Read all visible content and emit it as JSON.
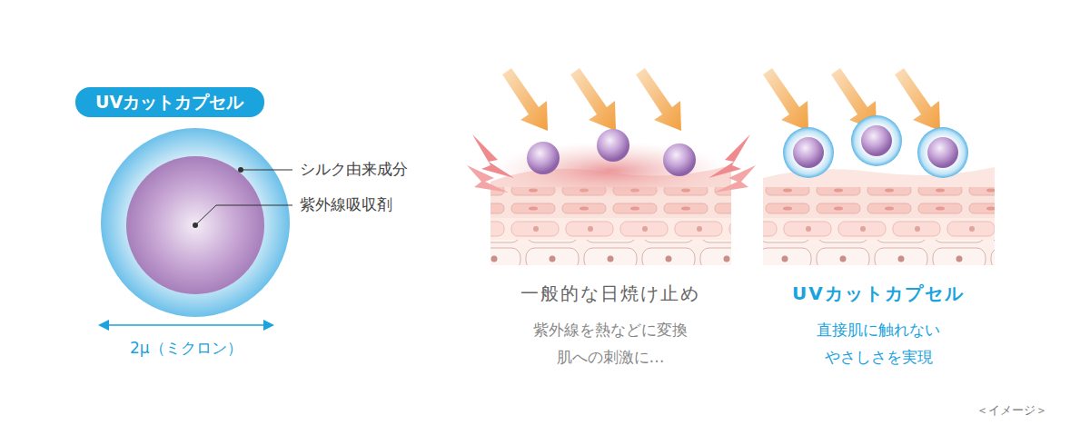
{
  "diagram": {
    "nodes": [
      {
        "text": [
          "UVカットカプセル"
        ]
      }
    ],
    "labels": [
      "シルク由来成分",
      "紫外線吸収剤",
      "2μ（ミクロン）",
      "一般的な日焼け止め",
      "紫外線を熱などに変換 肌への刺激に…",
      "UVカットカプセル",
      "直接肌に触れない やさしさを実現",
      "＜イメージ＞"
    ]
  }
}
